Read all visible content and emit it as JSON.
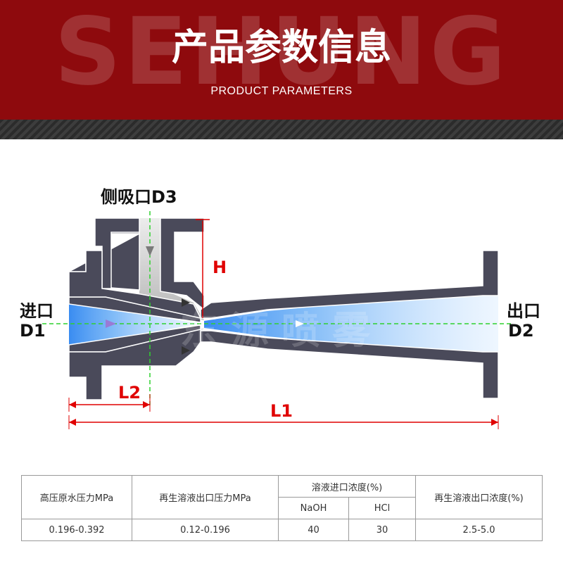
{
  "header": {
    "watermark": "SEHUNG",
    "title": "产品参数信息",
    "subtitle": "PRODUCT PARAMETERS"
  },
  "diagram": {
    "side_inlet": "侧吸口D3",
    "inlet_label": "进口",
    "inlet_code": "D1",
    "outlet_label": "出口",
    "outlet_code": "D2",
    "dim_h": "H",
    "dim_l1": "L1",
    "dim_l2": "L2",
    "watermark": "东源喷雾",
    "colors": {
      "body": "#4a4a5a",
      "dimension": "#e00000",
      "centerline": "#2ed12e",
      "fluid": "#3a8ef0"
    }
  },
  "table": {
    "headers": {
      "raw_pressure": "高压原水压力MPa",
      "outlet_pressure": "再生溶液出口压力MPa",
      "inlet_conc": "溶液进口浓度(%)",
      "naoh": "NaOH",
      "hcl": "HCl",
      "outlet_conc": "再生溶液出口浓度(%)"
    },
    "row": {
      "raw_pressure": "0.196-0.392",
      "outlet_pressure": "0.12-0.196",
      "naoh": "40",
      "hcl": "30",
      "outlet_conc": "2.5-5.0"
    }
  }
}
